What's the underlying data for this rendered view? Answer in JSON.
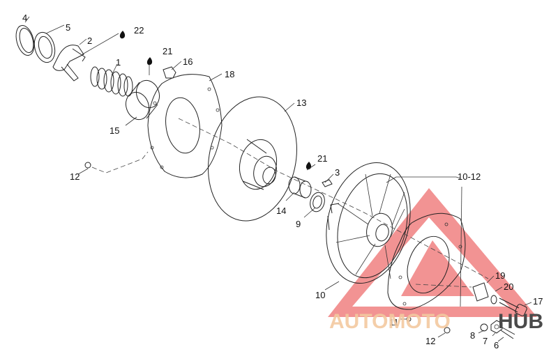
{
  "diagram": {
    "labels": {
      "p1": "1",
      "p2": "2",
      "p3": "3",
      "p4": "4",
      "p5": "5",
      "p6": "6",
      "p7": "7",
      "p8": "8",
      "p9": "9",
      "p10": "10",
      "p10_12": "10-12",
      "p11": "11",
      "p12a": "12",
      "p12b": "12",
      "p13": "13",
      "p14": "14",
      "p15": "15",
      "p16": "16",
      "p17": "17",
      "p18": "18",
      "p19": "19",
      "p20": "20",
      "p21a": "21",
      "p21b": "21",
      "p22": "22"
    }
  },
  "watermark": {
    "text_part1": "AUTOMOTO",
    "text_part2": "HUB",
    "color_primary": "#f08080",
    "color_secondary": "#f3c9a0",
    "color_tertiary": "#4a4a4a"
  }
}
